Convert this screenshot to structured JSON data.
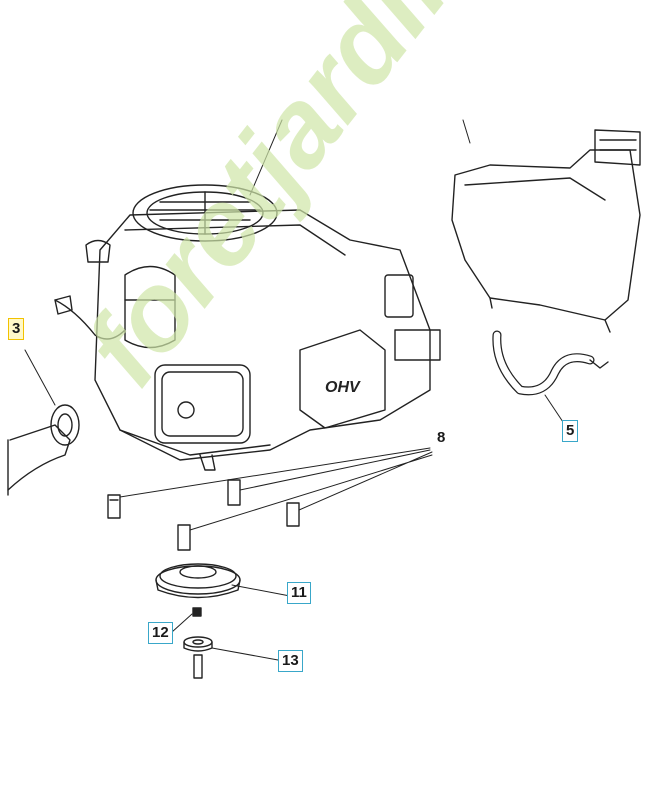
{
  "watermark": "foretjardin.com",
  "callouts": {
    "c3": "3",
    "c5": "5",
    "c8": "8",
    "c11": "11",
    "c12": "12",
    "c13": "13"
  },
  "engine_label": "OHV"
}
